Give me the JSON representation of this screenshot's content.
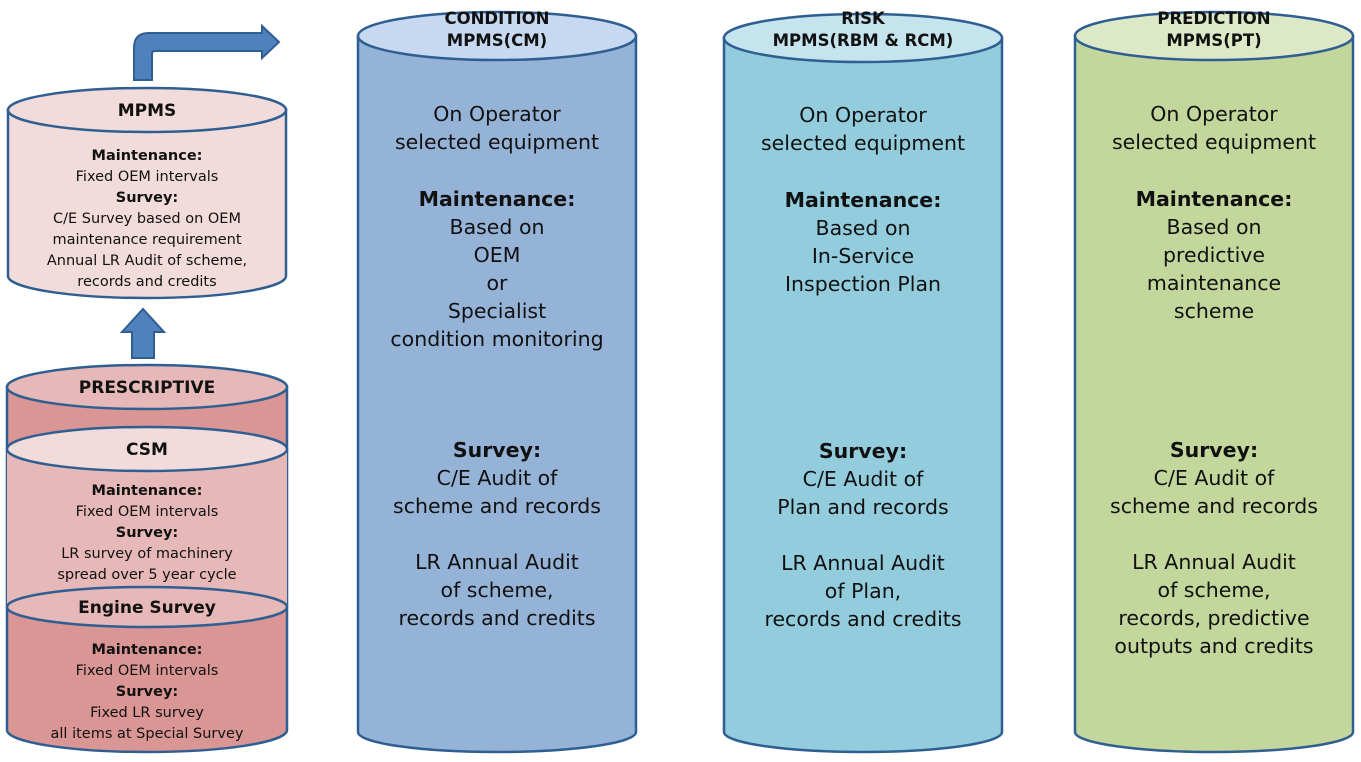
{
  "colors": {
    "stroke": "#2f5f92",
    "arrow": "#4f81bd",
    "pink_light": "#f2dcdb",
    "pink_mid": "#e6b9b8",
    "pink_dark": "#d99694",
    "blue_body": "#95b3d7",
    "blue_top": "#c6d9f1",
    "aqua_body": "#93cddd",
    "aqua_top": "#c5e4ee",
    "green_body": "#c3d69b",
    "green_top": "#dde9c6"
  },
  "left_stack": {
    "mpms": {
      "title": "MPMS",
      "maintenance_label": "Maintenance:",
      "maintenance_text": "Fixed OEM intervals",
      "survey_label": "Survey:",
      "survey_lines": [
        "C/E Survey based on OEM",
        "maintenance requirement",
        "Annual LR Audit of scheme,",
        "records and credits"
      ]
    },
    "prescriptive": {
      "title": "PRESCRIPTIVE"
    },
    "csm": {
      "title": "CSM",
      "maintenance_label": "Maintenance:",
      "maintenance_text": "Fixed OEM intervals",
      "survey_label": "Survey:",
      "survey_lines": [
        "LR survey of machinery",
        "spread over 5 year cycle"
      ]
    },
    "engine": {
      "title": "Engine Survey",
      "maintenance_label": "Maintenance:",
      "maintenance_text": "Fixed OEM intervals",
      "survey_label": "Survey:",
      "survey_lines": [
        "Fixed LR survey",
        "all items at Special Survey"
      ]
    }
  },
  "columns": [
    {
      "title_lines": [
        "CONDITION",
        "MPMS(CM)"
      ],
      "scope_lines": [
        "On Operator",
        "selected equipment"
      ],
      "maintenance_label": "Maintenance:",
      "maintenance_lines": [
        "Based on",
        "OEM",
        "or",
        "Specialist",
        "condition monitoring"
      ],
      "survey_label": "Survey:",
      "survey_lines": [
        "C/E Audit of",
        "scheme and records"
      ],
      "audit_lines": [
        "LR Annual Audit",
        "of scheme,",
        "records and credits"
      ]
    },
    {
      "title_lines": [
        "RISK",
        "MPMS(RBM & RCM)"
      ],
      "scope_lines": [
        "On Operator",
        "selected equipment"
      ],
      "maintenance_label": "Maintenance:",
      "maintenance_lines": [
        "Based on",
        "In-Service",
        "Inspection Plan"
      ],
      "survey_label": "Survey:",
      "survey_lines": [
        "C/E Audit of",
        "Plan and records"
      ],
      "audit_lines": [
        "LR Annual Audit",
        "of Plan,",
        "records and credits"
      ]
    },
    {
      "title_lines": [
        "PREDICTION",
        "MPMS(PT)"
      ],
      "scope_lines": [
        "On Operator",
        "selected equipment"
      ],
      "maintenance_label": "Maintenance:",
      "maintenance_lines": [
        "Based on",
        "predictive",
        "maintenance",
        "scheme"
      ],
      "survey_label": "Survey:",
      "survey_lines": [
        "C/E Audit of",
        "scheme and records"
      ],
      "audit_lines": [
        "LR Annual Audit",
        "of scheme,",
        "records, predictive",
        "outputs and credits"
      ]
    }
  ]
}
